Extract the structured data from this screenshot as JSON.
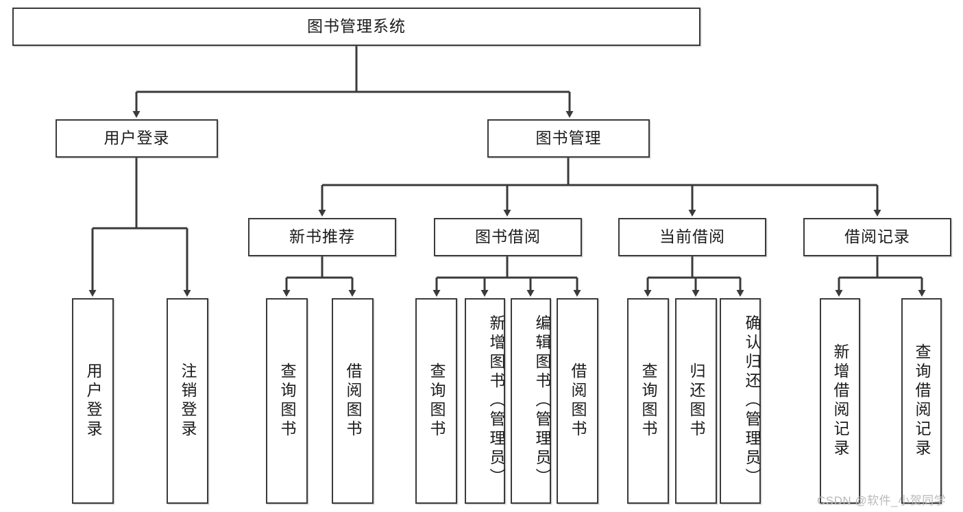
{
  "diagram": {
    "title_node": {
      "label": "图书管理系统"
    },
    "level2": [
      {
        "id": "user-login",
        "label": "用户登录"
      },
      {
        "id": "book-management",
        "label": "图书管理"
      }
    ],
    "level3": [
      {
        "id": "new-book-recommend",
        "label": "新书推荐"
      },
      {
        "id": "book-borrow",
        "label": "图书借阅"
      },
      {
        "id": "current-borrow",
        "label": "当前借阅"
      },
      {
        "id": "borrow-record",
        "label": "借阅记录"
      }
    ],
    "leaves": {
      "user_login": [
        {
          "id": "leaf-user-login",
          "label": "用户登录"
        },
        {
          "id": "leaf-logout-login",
          "label": "注销登录"
        }
      ],
      "new_book_recommend": [
        {
          "id": "leaf-query-book-1",
          "label": "查询图书"
        },
        {
          "id": "leaf-borrow-book-1",
          "label": "借阅图书"
        }
      ],
      "book_borrow": [
        {
          "id": "leaf-query-book-2",
          "label": "查询图书"
        },
        {
          "id": "leaf-add-book",
          "label": "新增图书（管理员）"
        },
        {
          "id": "leaf-edit-book",
          "label": "编辑图书（管理员）"
        },
        {
          "id": "leaf-borrow-book-2",
          "label": "借阅图书"
        }
      ],
      "current_borrow": [
        {
          "id": "leaf-query-book-3",
          "label": "查询图书"
        },
        {
          "id": "leaf-return-book",
          "label": "归还图书"
        },
        {
          "id": "leaf-confirm-return",
          "label": "确认归还（管理员）"
        }
      ],
      "borrow_record": [
        {
          "id": "leaf-add-record",
          "label": "新增借阅记录"
        },
        {
          "id": "leaf-query-record",
          "label": "查询借阅记录"
        }
      ]
    }
  },
  "watermark": {
    "text": "CSDN @软件_小贺同学"
  },
  "colors": {
    "stroke": "#3a3a3a",
    "box_fill": "#ffffff",
    "text": "#1b1b1b",
    "watermark": "#b9b9b9",
    "background": "#ffffff"
  }
}
